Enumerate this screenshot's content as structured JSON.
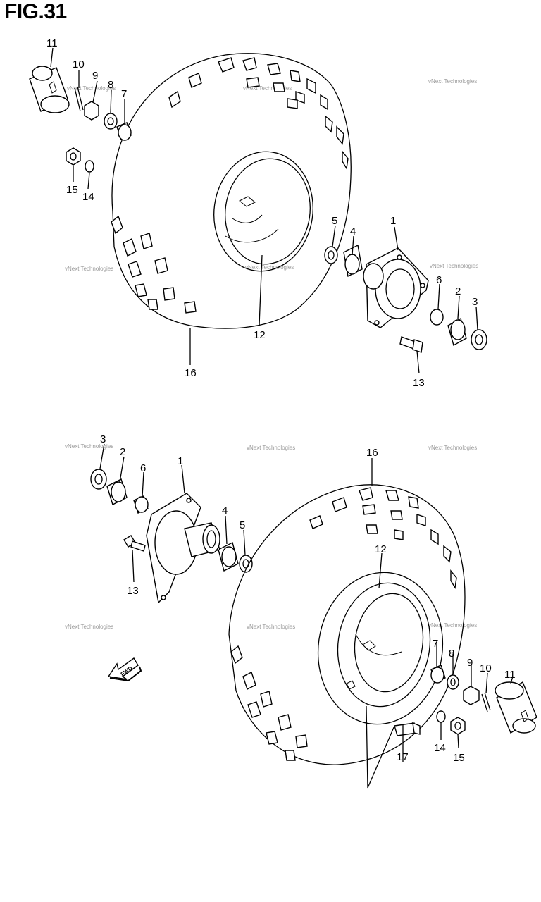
{
  "title": "FIG.31",
  "watermark": "vNext Technologies",
  "fwd_label": "FWD",
  "callouts": {
    "top": [
      "11",
      "10",
      "9",
      "8",
      "7",
      "15",
      "14",
      "5",
      "4",
      "1",
      "6",
      "2",
      "3",
      "12",
      "16",
      "13"
    ],
    "bottom": [
      "3",
      "2",
      "6",
      "1",
      "4",
      "5",
      "13",
      "16",
      "12",
      "7",
      "8",
      "9",
      "10",
      "11",
      "14",
      "15",
      "17"
    ]
  }
}
